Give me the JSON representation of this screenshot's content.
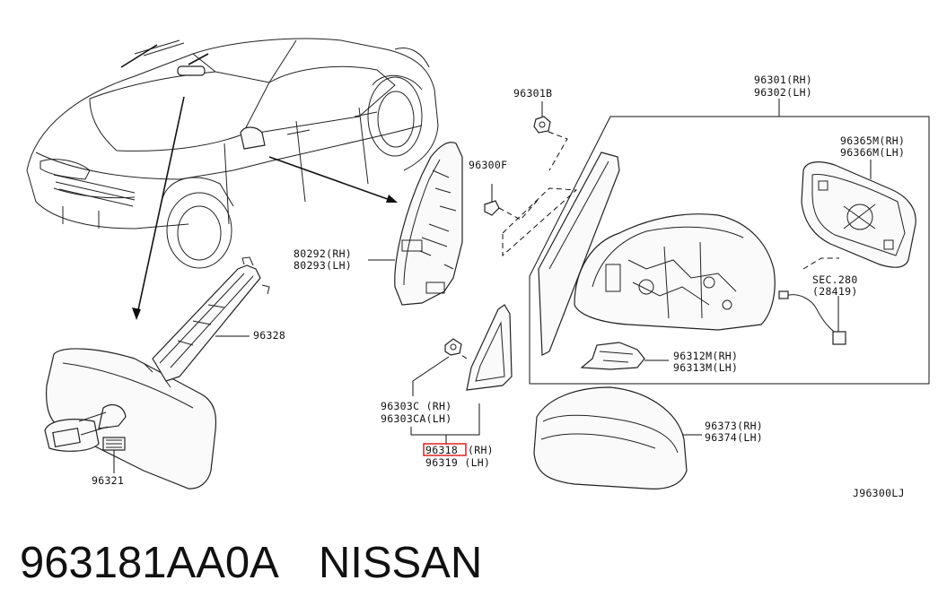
{
  "labels": {
    "p96301": "96301(RH)",
    "p96302": "96302(LH)",
    "p96301B": "96301B",
    "p96300F": "96300F",
    "p96365M": "96365M(RH)",
    "p96366M": "96366M(LH)",
    "p80292": "80292(RH)",
    "p80293": "80293(LH)",
    "pSEC": "SEC.280",
    "pSECnum": "(28419)",
    "p96328": "96328",
    "p96312M": "96312M(RH)",
    "p96313M": "96313M(LH)",
    "p96303C": "96303C  (RH)",
    "p96303CA": "96303CA(LH)",
    "p96318": "96318",
    "p96318suffix": "(RH)",
    "p96319": "96319 (LH)",
    "p96373": "96373(RH)",
    "p96374": "96374(LH)",
    "p96321": "96321",
    "ref": "J96300LJ"
  },
  "footer": {
    "part_number": "963181AA0A",
    "brand": "NISSAN"
  },
  "colors": {
    "highlight": "#e02020",
    "ink": "#111111"
  }
}
